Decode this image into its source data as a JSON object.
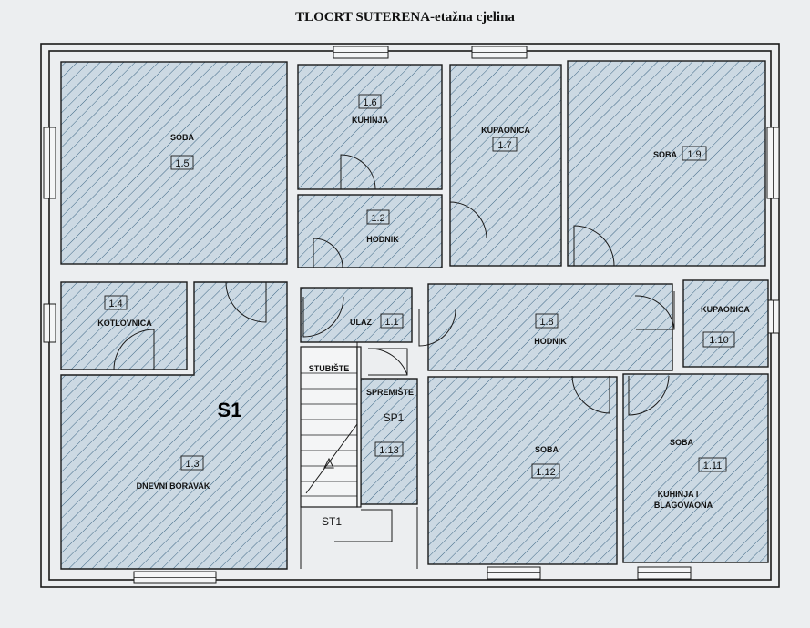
{
  "title": "TLOCRT SUTERENA-etažna cjelina",
  "unit_label": "S1",
  "rooms": [
    {
      "name": "SOBA",
      "number": "1.5"
    },
    {
      "name": "KUHINJA",
      "number": "1.6"
    },
    {
      "name": "KUPAONICA",
      "number": "1.7"
    },
    {
      "name": "SOBA",
      "number": "1.9"
    },
    {
      "name": "HODNIK",
      "number": "1.2"
    },
    {
      "name": "KOTLOVNICA",
      "number": "1.4"
    },
    {
      "name": "ULAZ",
      "number": "1.1"
    },
    {
      "name": "HODNIK",
      "number": "1.8"
    },
    {
      "name": "KUPAONICA",
      "number": "1.10"
    },
    {
      "name": "DNEVNI BORAVAK",
      "number": "1.3"
    },
    {
      "name": "STUBIŠTE",
      "number": ""
    },
    {
      "name": "SPREMIŠTE",
      "number": "1.13"
    },
    {
      "name": "SOBA",
      "number": "1.12"
    },
    {
      "name": "SOBA",
      "number": "1.11"
    }
  ],
  "kitchen_dining": {
    "line1": "KUHINJA I",
    "line2": "BLAGOVAONA"
  },
  "stair_code": "ST1",
  "storage_code": "SP1",
  "colors": {
    "hatch": "#2e5a7a",
    "fill": "#ccd9e3",
    "ink": "#1a1a1a"
  }
}
